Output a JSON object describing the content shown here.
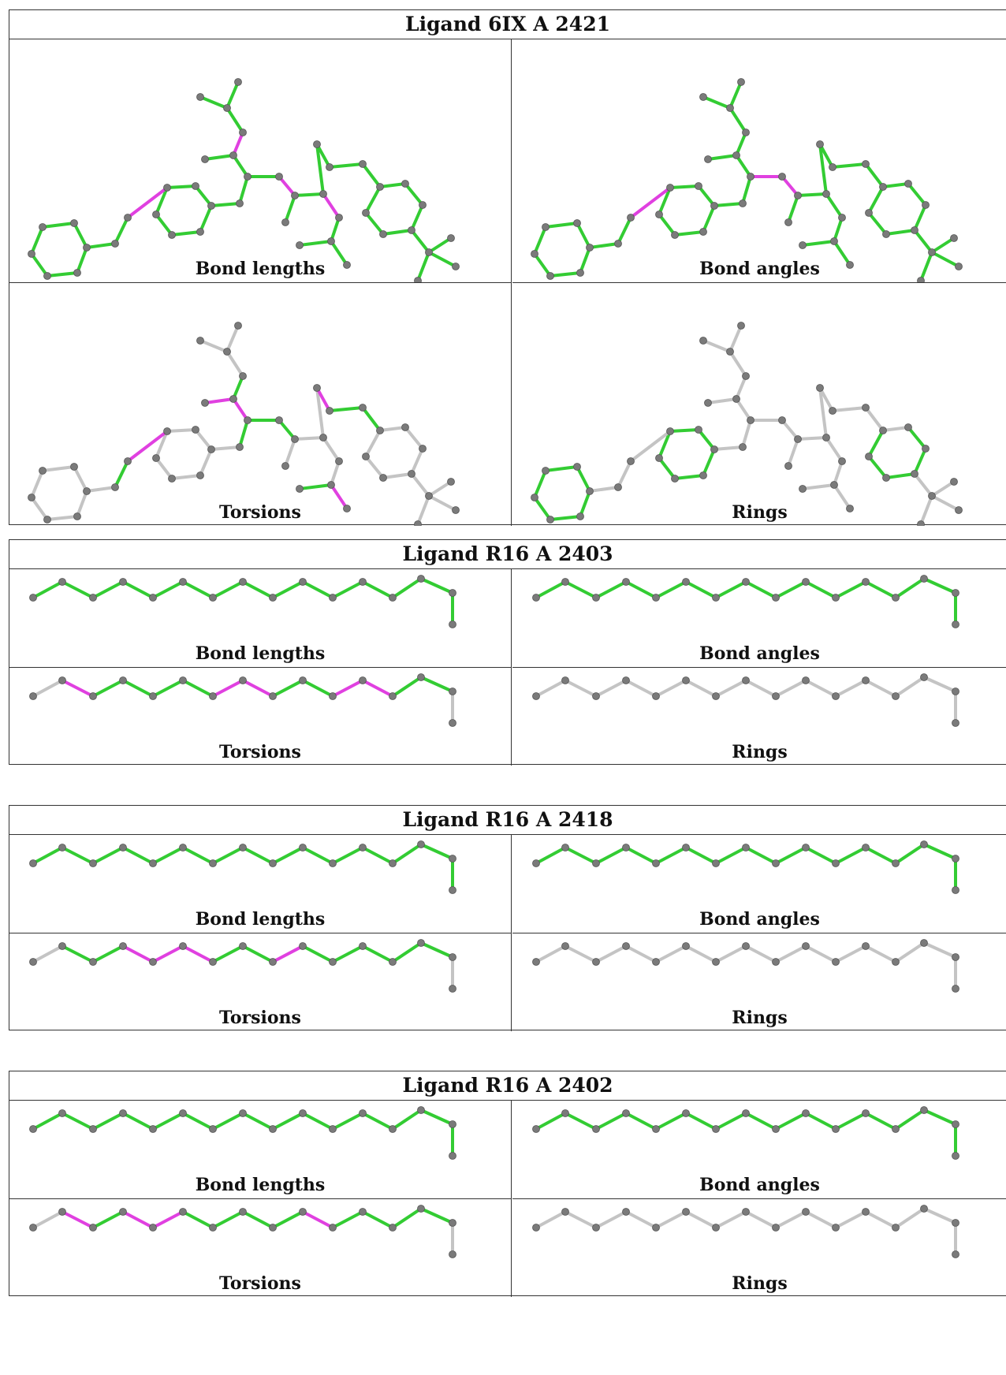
{
  "colors": {
    "ok": "#33cc33",
    "outlier": "#e040e0",
    "unscored": "#c4c4c4",
    "atom": "#7a7a7a"
  },
  "panel_labels": [
    "Bond lengths",
    "Bond angles",
    "Torsions",
    "Rings"
  ],
  "ligands": [
    {
      "title": "Ligand 6IX A 2421",
      "kind": "branched"
    },
    {
      "title": "Ligand R16 A 2403",
      "kind": "chain",
      "torsion_outliers": [
        1,
        6,
        7,
        10,
        11
      ]
    },
    {
      "title": "Ligand R16 A 2418",
      "kind": "chain",
      "torsion_outliers": [
        3,
        4,
        5,
        8
      ]
    },
    {
      "title": "Ligand R16 A 2402",
      "kind": "chain",
      "torsion_outliers": [
        1,
        3,
        4,
        9
      ]
    }
  ]
}
